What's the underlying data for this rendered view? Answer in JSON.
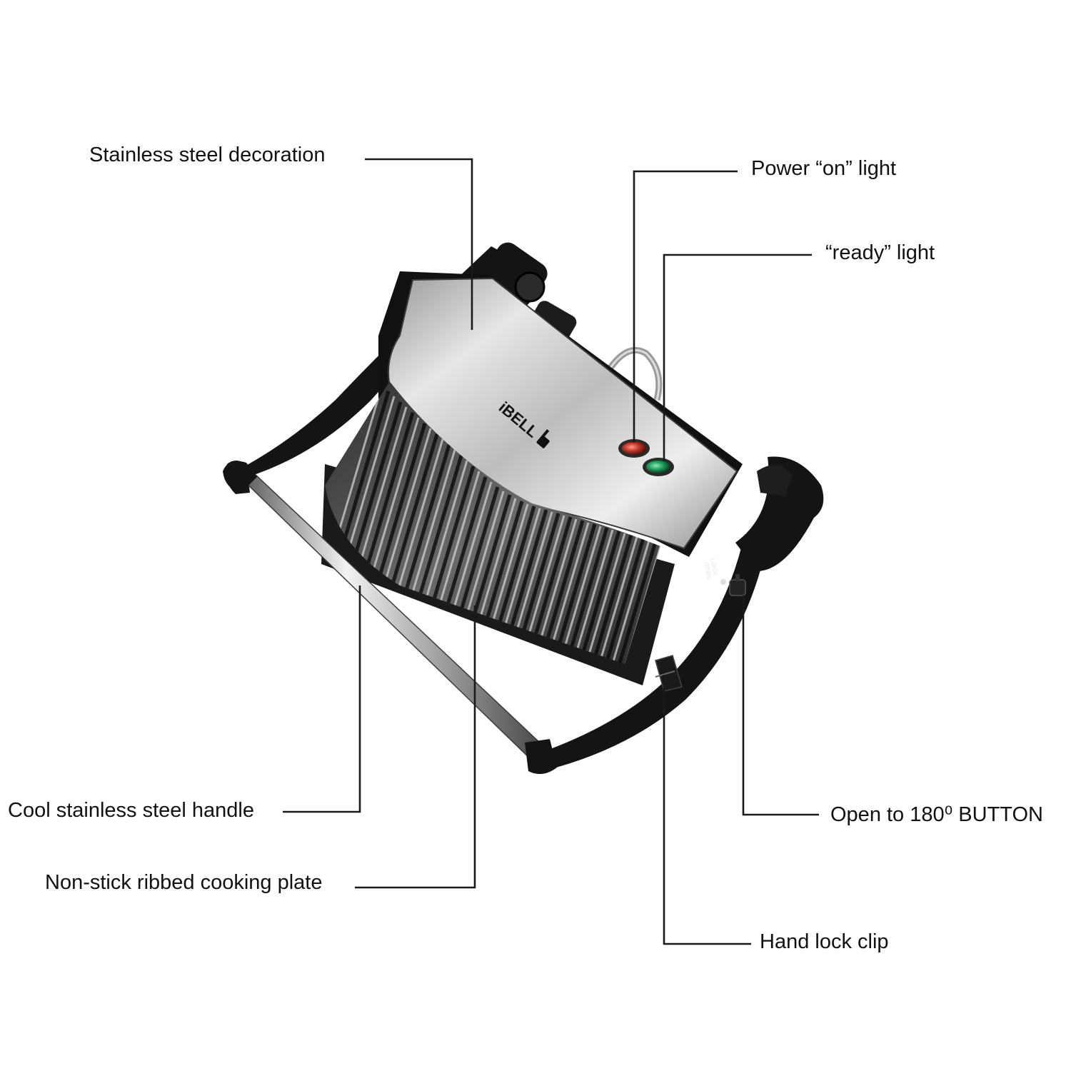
{
  "labels": {
    "steel_decoration": "Stainless steel decoration",
    "power_light": "Power “on” light",
    "ready_light": "“ready” light",
    "handle": "Cool stainless steel handle",
    "cooking_plate": "Non-stick ribbed cooking plate",
    "open_button": "Open to 180⁰ BUTTON",
    "lock_clip": "Hand lock clip"
  },
  "appliance": {
    "brand": "iBELL",
    "switch_lock": "LOCK",
    "switch_open": "OPEN"
  },
  "colors": {
    "label_text": "#111111",
    "leader_line": "#1a1a1a",
    "body_black": "#141414",
    "steel": "#c8c8c8",
    "power_indicator": "#c0392b",
    "ready_indicator": "#1f9e5a"
  }
}
